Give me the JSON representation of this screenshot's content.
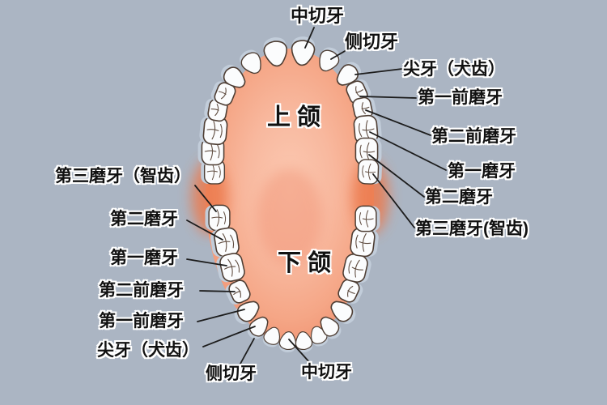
{
  "diagram": {
    "upper_jaw_label": "上颌",
    "lower_jaw_label": "下颌",
    "labels": {
      "top_central": "中切牙",
      "top_lateral": "侧切牙",
      "r_canine": "尖牙（犬齿）",
      "r_premolar1": "第一前磨牙",
      "r_premolar2": "第二前磨牙",
      "r_molar1": "第一磨牙",
      "r_molar2": "第二磨牙",
      "r_molar3": "第三磨牙(智齿)",
      "l_molar3": "第三磨牙（智齿）",
      "l_molar2": "第二磨牙",
      "l_molar1": "第一磨牙",
      "l_premolar2": "第二前磨牙",
      "l_premolar1": "第一前磨牙",
      "l_canine": "尖牙（犬齿）",
      "b_lateral": "侧切牙",
      "b_central": "中切牙"
    },
    "colors": {
      "background": "#abb5c3",
      "gum_light": "#fbc9b2",
      "gum_mid": "#f8b89e",
      "gum_edge": "#f09271",
      "gum_deep_orange": "#ec7a4e",
      "tooth_fill": "#fbfcfd",
      "tooth_outline": "#4e3e34",
      "tooth_shadow": "#c2cdda",
      "leader_line": "#1c1c1c",
      "label_text": "#111111",
      "label_outline": "#ffffff"
    }
  }
}
